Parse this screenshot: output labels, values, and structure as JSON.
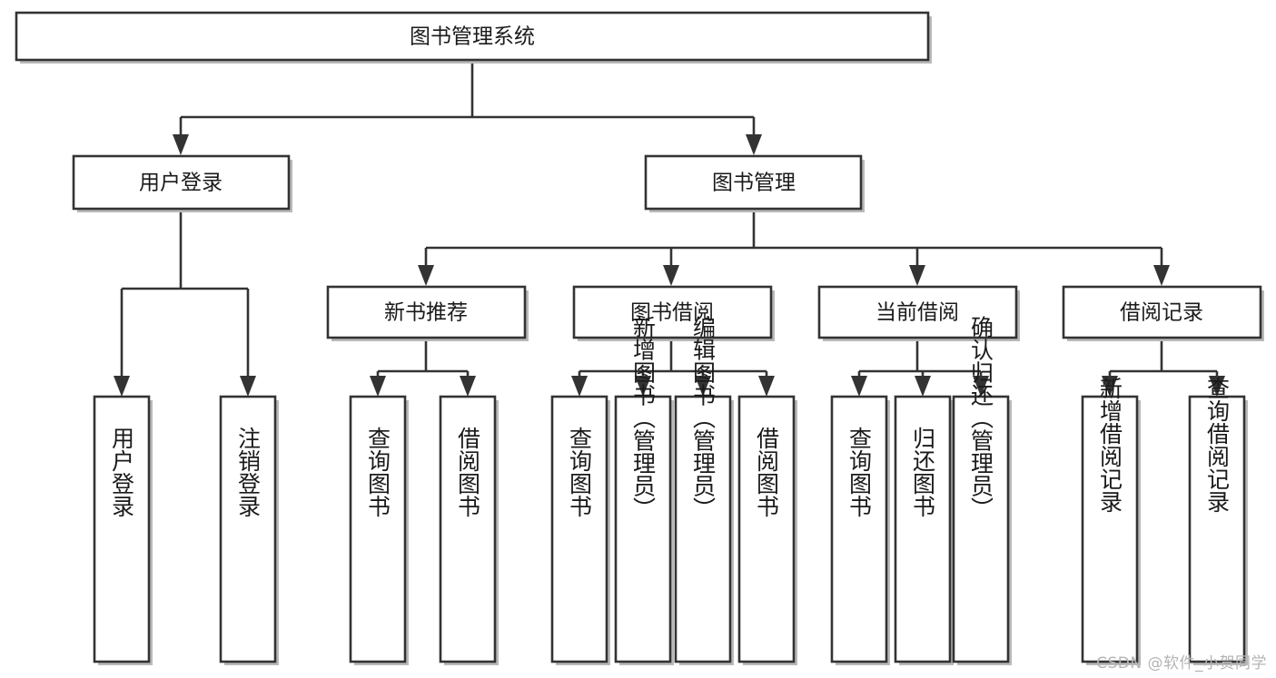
{
  "diagram": {
    "type": "tree-hierarchy",
    "title": "图书管理系统",
    "watermark": "CSDN @软件_小贺同学",
    "colors": {
      "box_fill": "#ffffff",
      "box_stroke": "#333333",
      "text": "#1a1a1a",
      "shadow": "#b9b9b9",
      "watermark": "#b4b4b4"
    },
    "levels": {
      "root": {
        "label": "图书管理系统"
      },
      "level2": [
        {
          "label": "用户登录"
        },
        {
          "label": "图书管理"
        }
      ],
      "level3": [
        {
          "label": "新书推荐"
        },
        {
          "label": "图书借阅"
        },
        {
          "label": "当前借阅"
        },
        {
          "label": "借阅记录"
        }
      ],
      "leaves": [
        {
          "label": "用户登录",
          "parent": "用户登录"
        },
        {
          "label": "注销登录",
          "parent": "用户登录"
        },
        {
          "label": "查询图书",
          "parent": "新书推荐"
        },
        {
          "label": "借阅图书",
          "parent": "新书推荐"
        },
        {
          "label": "查询图书",
          "parent": "图书借阅"
        },
        {
          "label": "新增图书（管理员）",
          "parent": "图书借阅"
        },
        {
          "label": "编辑图书（管理员）",
          "parent": "图书借阅"
        },
        {
          "label": "借阅图书",
          "parent": "图书借阅"
        },
        {
          "label": "查询图书",
          "parent": "当前借阅"
        },
        {
          "label": "归还图书",
          "parent": "当前借阅"
        },
        {
          "label": "确认归还（管理员）",
          "parent": "当前借阅"
        },
        {
          "label": "新增借阅记录",
          "parent": "借阅记录"
        },
        {
          "label": "查询借阅记录",
          "parent": "借阅记录"
        }
      ]
    }
  }
}
